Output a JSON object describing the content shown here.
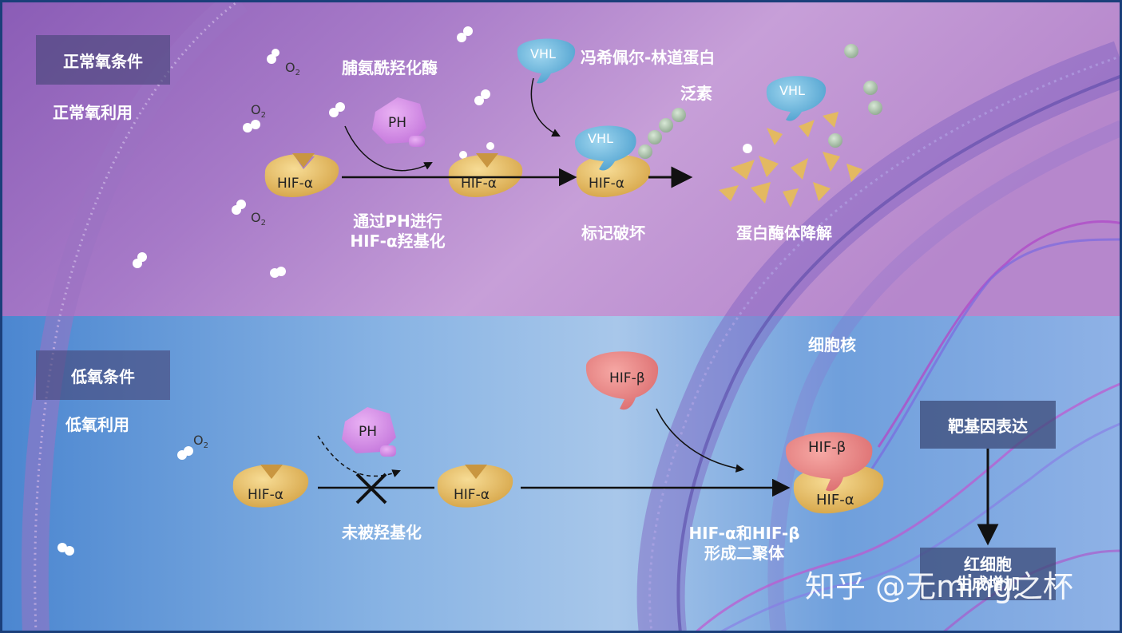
{
  "normoxia": {
    "condition": "正常氧条件",
    "usage": "正常氧利用",
    "enzyme": "脯氨酰羟化酶",
    "vhl_protein": "冯希佩尔-林道蛋白",
    "ubiquitin": "泛素",
    "step_hydroxylation": [
      "通过PH进行",
      "HIF-α羟基化"
    ],
    "step_tag": "标记破坏",
    "step_degrade": "蛋白酶体降解"
  },
  "hypoxia": {
    "condition": "低氧条件",
    "usage": "低氧利用",
    "nucleus": "细胞核",
    "step_not_hydroxylated": "未被羟基化",
    "step_dimer": [
      "HIF-α和HIF-β",
      "形成二聚体"
    ],
    "target_gene": "靶基因表达",
    "outcome": [
      "红细胞",
      "生成增加"
    ]
  },
  "glyphs": {
    "hif_alpha": "HIF-α",
    "hif_beta": "HIF-β",
    "ph": "PH",
    "vhl": "VHL",
    "o2": "O",
    "o2_sub": "2"
  },
  "watermark": "知乎 @无ming之杯",
  "colors": {
    "top_bg": "#a77ac8",
    "bottom_bg": "#5f96d6",
    "hif_alpha": "#e8c06a",
    "hif_beta": "#ec8a8a",
    "ph": "#d28ce6",
    "vhl": "#6db9de",
    "border": "#1b3f7a"
  }
}
